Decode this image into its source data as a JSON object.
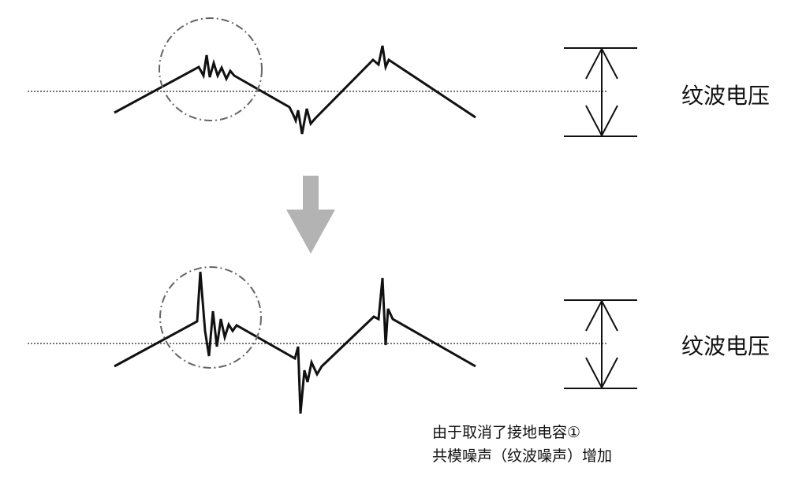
{
  "top_panel": {
    "label": "纹波电压"
  },
  "bottom_panel": {
    "label": "纹波电压"
  },
  "note": {
    "line1": "由于取消了接地电容①",
    "line2": "共模噪声（纹波噪声）增加"
  },
  "colors": {
    "waveform": "#111111",
    "baseline": "#777777",
    "highlight_circle": "#666666",
    "arrow": "#b3b3b3",
    "dimension": "#111111"
  },
  "icons": {
    "transition_arrow": "down-arrow-icon"
  }
}
